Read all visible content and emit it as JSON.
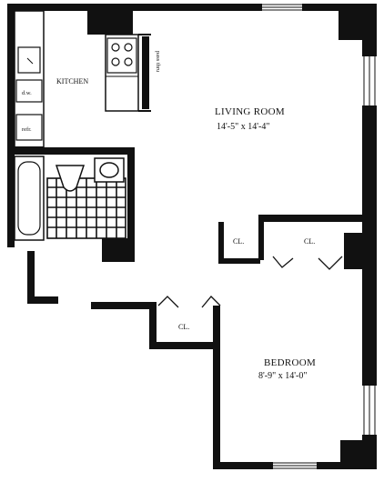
{
  "rooms": {
    "living_room": {
      "name": "LIVING ROOM",
      "dimensions": "14'-5\" x 14'-4\""
    },
    "bedroom": {
      "name": "BEDROOM",
      "dimensions": "8'-9\" x 14'-0\""
    },
    "kitchen": {
      "name": "KITCHEN"
    }
  },
  "closets": {
    "label": "CL."
  },
  "appliances": {
    "dishwasher": "d.w.",
    "refrigerator": "refr.",
    "pass_thru": "pass thru"
  }
}
